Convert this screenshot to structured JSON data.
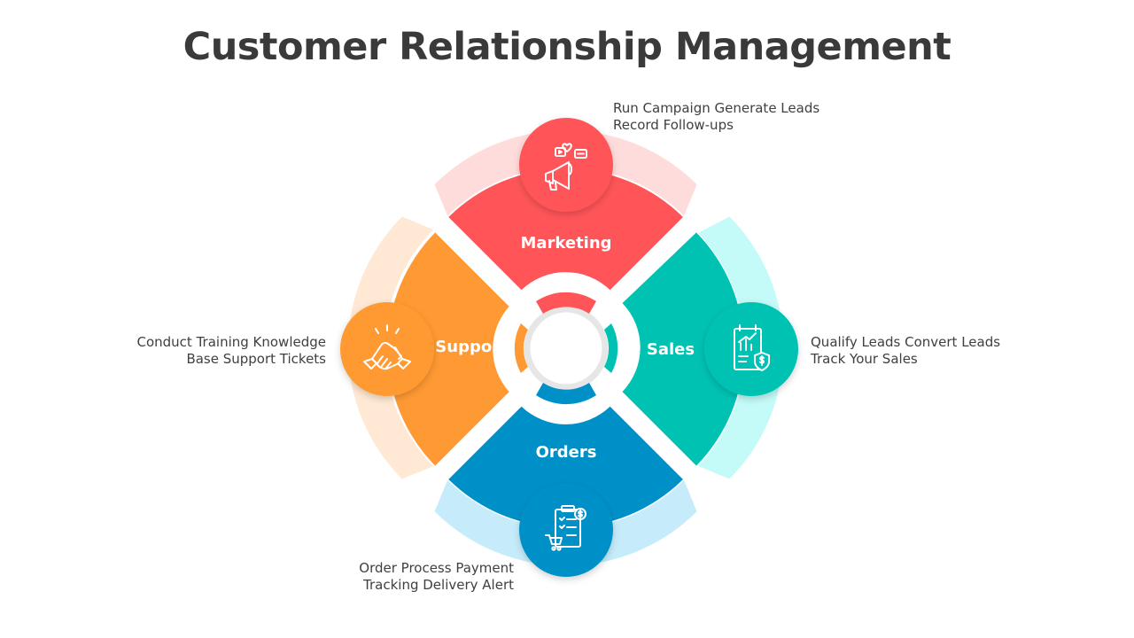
{
  "title": "Customer Relationship Management",
  "colors": {
    "marketing": "#ff5558",
    "marketing_light": "#ffdcdc",
    "sales": "#00c2b3",
    "sales_light": "#c4faf7",
    "orders": "#0090c8",
    "orders_light": "#c6ecfb",
    "support": "#ff9933",
    "support_light": "#ffe8d4",
    "ring": "#e6e6e6"
  },
  "segments": {
    "marketing": {
      "label": "Marketing",
      "icon": "megaphone-icon",
      "desc_line1": "Run Campaign Generate Leads",
      "desc_line2": "Record Follow-ups"
    },
    "sales": {
      "label": "Sales",
      "icon": "sales-report-icon",
      "desc_line1": "Qualify Leads Convert Leads",
      "desc_line2": "Track Your Sales"
    },
    "orders": {
      "label": "Orders",
      "icon": "order-checklist-cart-icon",
      "desc_line1": "Order Process Payment",
      "desc_line2": "Tracking Delivery Alert"
    },
    "support": {
      "label": "Support",
      "icon": "handshake-icon",
      "desc_line1": "Conduct Training Knowledge",
      "desc_line2": "Base Support Tickets"
    }
  }
}
